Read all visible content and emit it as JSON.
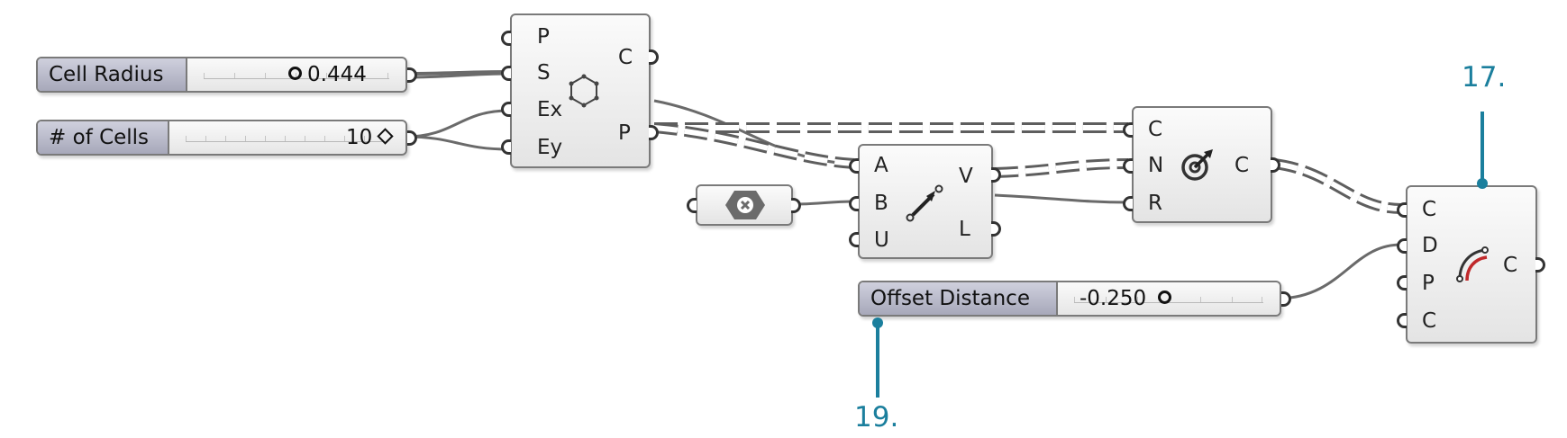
{
  "sliders": {
    "cell_radius": {
      "label": "Cell Radius",
      "value": "0.444"
    },
    "num_cells": {
      "label": "# of Cells",
      "value": "10"
    },
    "offset_distance": {
      "label": "Offset Distance",
      "value": "-0.250"
    }
  },
  "components": {
    "hexagonal": {
      "icon": "hexagon-grid-icon",
      "inputs": [
        "P",
        "S",
        "Ex",
        "Ey"
      ],
      "outputs": [
        "C",
        "P"
      ]
    },
    "vector_2pt": {
      "icon": "vector-arrow-icon",
      "inputs": [
        "A",
        "B",
        "U"
      ],
      "outputs": [
        "V",
        "L"
      ]
    },
    "move_away": {
      "icon": "target-move-icon",
      "inputs": [
        "C",
        "N",
        "R"
      ],
      "outputs": [
        "C"
      ]
    },
    "offset_curve": {
      "icon": "offset-curve-icon",
      "inputs": [
        "C",
        "D",
        "P",
        "C"
      ],
      "outputs": [
        "C"
      ]
    },
    "param": {
      "icon": "close-hex-icon"
    }
  },
  "callouts": {
    "c17": "17.",
    "c19": "19."
  },
  "colors": {
    "callout": "#1b7f9d",
    "wire": "#6e6e6e",
    "slider_label": "#b8b9c9"
  }
}
